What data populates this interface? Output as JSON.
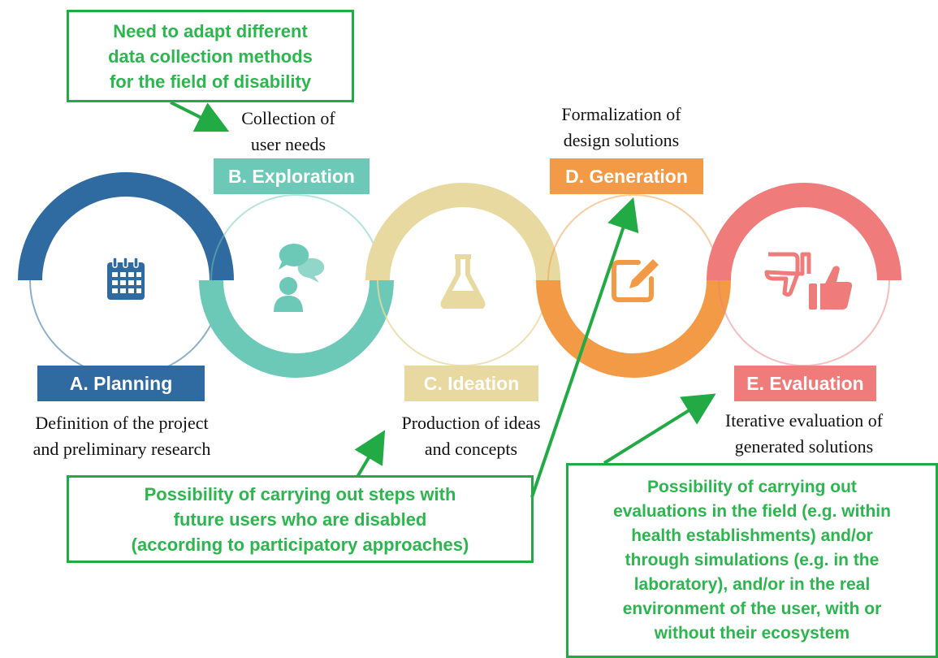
{
  "colors": {
    "planning": "#2f6aa0",
    "exploration": "#6cc9b7",
    "ideation": "#e8d9a0",
    "generation": "#f39a46",
    "evaluation": "#ef7b7b",
    "callout_border": "#22aa44",
    "callout_text": "#2db64f"
  },
  "stages": [
    {
      "label": "A. Planning",
      "description": [
        "Definition  of the project",
        "and preliminary research"
      ],
      "icon": "calendar-icon"
    },
    {
      "label": "B. Exploration",
      "description": [
        "Collection  of",
        "user needs"
      ],
      "icon": "users-chat-icon"
    },
    {
      "label": "C. Ideation",
      "description": [
        "Production of ideas",
        "and concepts"
      ],
      "icon": "flask-icon"
    },
    {
      "label": "D. Generation",
      "description": [
        "Formalization  of",
        "design solutions"
      ],
      "icon": "edit-icon"
    },
    {
      "label": "E. Evaluation",
      "description": [
        "Iterative evaluation of",
        "generated solutions"
      ],
      "icon": "thumbs-icon"
    }
  ],
  "callouts": {
    "top": [
      "Need to adapt different",
      "data collection methods",
      "for the field of disability"
    ],
    "bottom_left": [
      "Possibility of carrying out steps with",
      "future users who are disabled",
      "(according to participatory approaches)"
    ],
    "bottom_right": [
      "Possibility of carrying out",
      "evaluations in the field (e.g. within",
      "health establishments) and/or",
      "through simulations  (e.g. in the",
      "laboratory), and/or in the real",
      "environment of the user, with or",
      "without their ecosystem"
    ]
  }
}
